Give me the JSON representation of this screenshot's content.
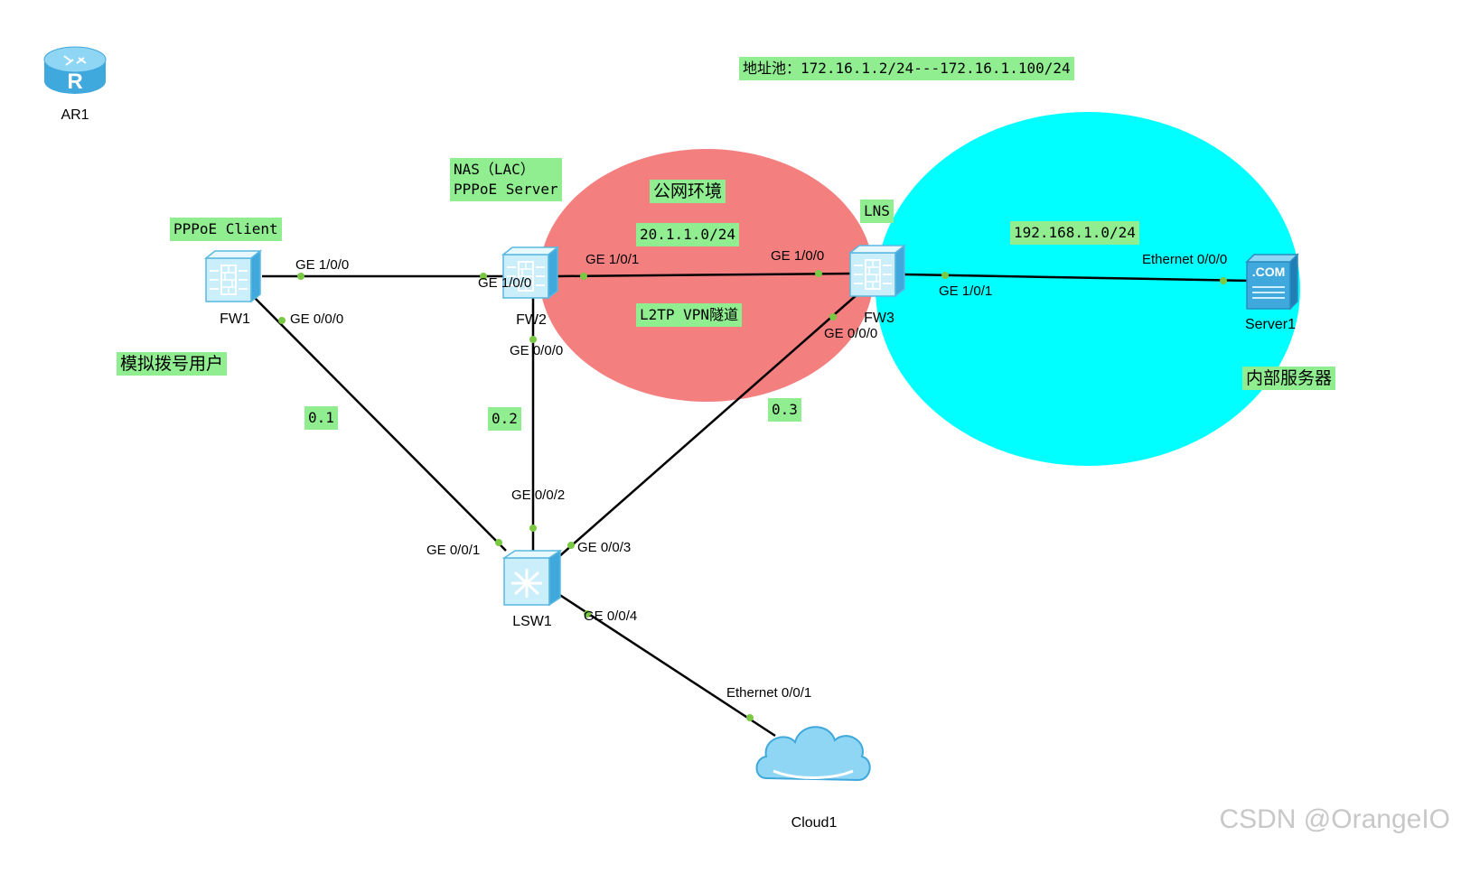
{
  "devices": {
    "ar1": "AR1",
    "fw1": "FW1",
    "fw2": "FW2",
    "fw3": "FW3",
    "lsw1": "LSW1",
    "server1": "Server1",
    "cloud1": "Cloud1"
  },
  "tags": {
    "address_pool": "地址池：172.16.1.2/24---172.16.1.100/24",
    "nas": "NAS（LAC）\nPPPoE Server",
    "public_network": "公网环境",
    "pppoe_client": "PPPoE Client",
    "lns": "LNS",
    "subnet_public": "20.1.1.0/24",
    "subnet_internal": "192.168.1.0/24",
    "l2tp_tunnel": "L2TP VPN隧道",
    "dialup_user": "模拟拨号用户",
    "internal_server": "内部服务器",
    "link_01": "0.1",
    "link_02": "0.2",
    "link_03": "0.3"
  },
  "ports": {
    "fw1_ge100": "GE 1/0/0",
    "fw1_ge000": "GE 0/0/0",
    "fw2_ge100": "GE 1/0/0",
    "fw2_ge101": "GE 1/0/1",
    "fw2_ge000": "GE 0/0/0",
    "fw3_ge100": "GE 1/0/0",
    "fw3_ge101": "GE 1/0/1",
    "fw3_ge000": "GE 0/0/0",
    "server_eth": "Ethernet 0/0/0",
    "lsw_ge001": "GE 0/0/1",
    "lsw_ge002": "GE 0/0/2",
    "lsw_ge003": "GE 0/0/3",
    "lsw_ge004": "GE 0/0/4",
    "cloud_eth": "Ethernet 0/0/1"
  },
  "colors": {
    "public_zone": "#f47f7f",
    "internal_zone": "#00ffff",
    "tag_bg": "#90ee90",
    "port_dot": "#7ac943",
    "link": "#000000"
  },
  "watermark": "CSDN @OrangeIO"
}
